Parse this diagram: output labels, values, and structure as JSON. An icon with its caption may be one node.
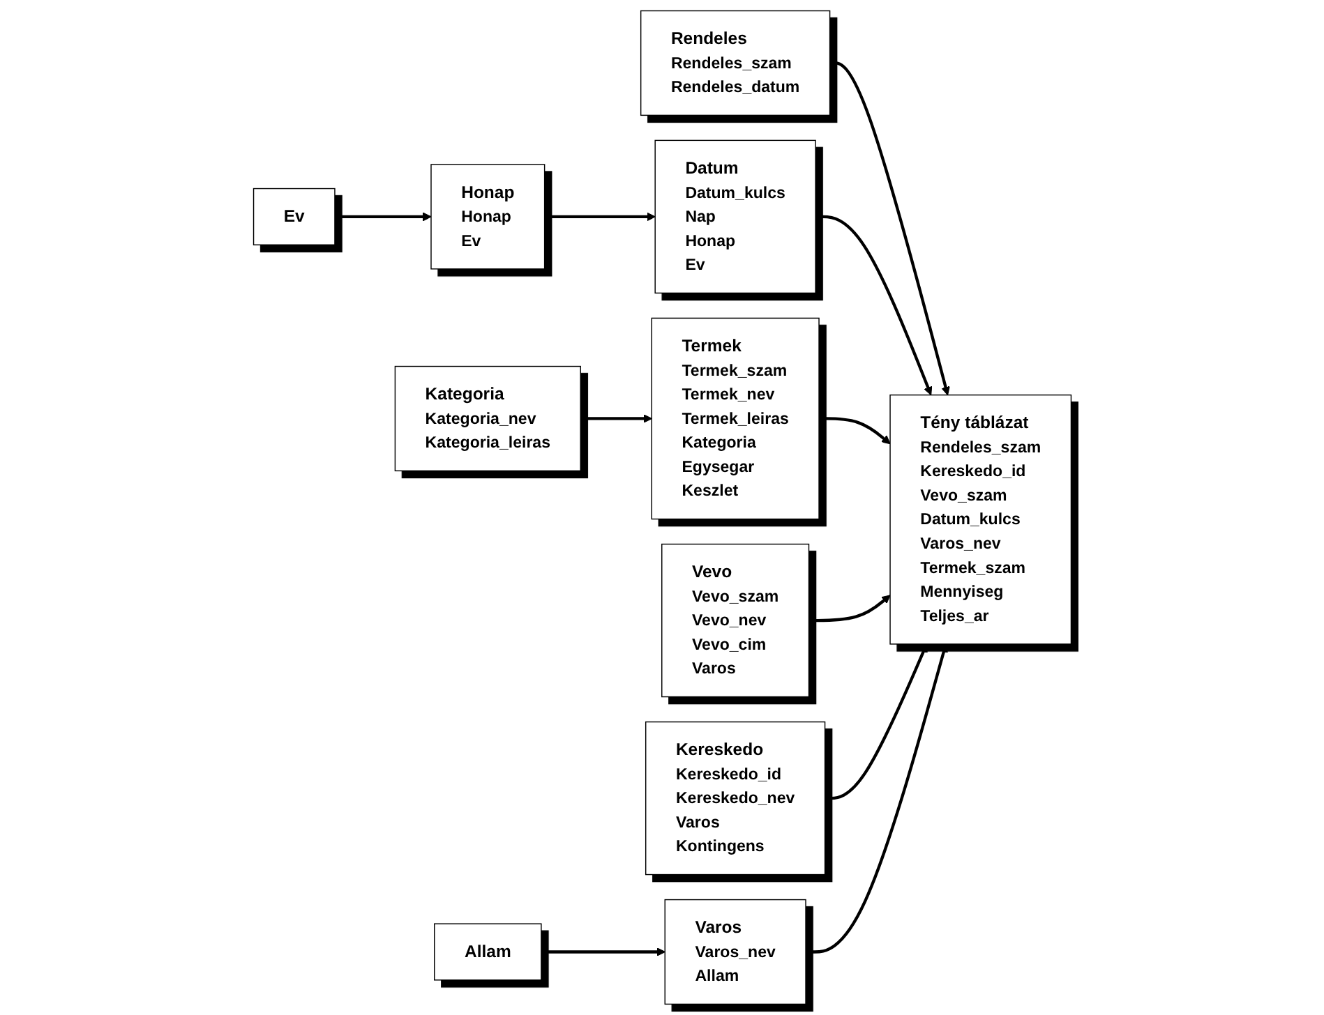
{
  "diagram": {
    "nodes": [
      {
        "text": [
          "Rendeles",
          "Rendeles_szam",
          "Rendeles_datum"
        ]
      },
      {
        "text": [
          "Datum",
          "Datum_kulcs",
          "Nap",
          "Honap",
          "Ev"
        ]
      },
      {
        "text": [
          "Honap",
          "Honap",
          "Ev"
        ]
      },
      {
        "text": [
          "Ev"
        ]
      },
      {
        "text": [
          "Tény táblázat",
          "Rendeles_szam",
          "Kereskedo_id",
          "Vevo_szam",
          "Datum_kulcs",
          "Varos_nev",
          "Termek_szam",
          "Mennyiseg",
          "Teljes_ar"
        ]
      },
      {
        "text": [
          "Termek",
          "Termek_szam",
          "Termek_nev",
          "Termek_leiras",
          "Kategoria",
          "Egysegar",
          "Keszlet"
        ]
      },
      {
        "text": [
          "Kategoria",
          "Kategoria_nev",
          "Kategoria_leiras"
        ]
      },
      {
        "text": [
          "Vevo",
          "Vevo_szam",
          "Vevo_nev",
          "Vevo_cim",
          "Varos"
        ]
      },
      {
        "text": [
          "Kereskedo",
          "Kereskedo_id",
          "Kereskedo_nev",
          "Varos",
          "Kontingens"
        ]
      },
      {
        "text": [
          "Varos",
          "Varos_nev",
          "Allam"
        ]
      },
      {
        "text": [
          "Allam"
        ]
      }
    ],
    "edges": [
      {
        "from": 0,
        "to": 4,
        "arrow": "to"
      },
      {
        "from": 1,
        "to": 4,
        "arrow": "to"
      },
      {
        "from": 2,
        "to": 1,
        "arrow": "to"
      },
      {
        "from": 3,
        "to": 2,
        "arrow": "to"
      },
      {
        "from": 5,
        "to": 4,
        "arrow": "to"
      },
      {
        "from": 6,
        "to": 5,
        "arrow": "to"
      },
      {
        "from": 7,
        "to": 4,
        "arrow": "to"
      },
      {
        "from": 8,
        "to": 4,
        "arrow": "to"
      },
      {
        "from": 9,
        "to": 4,
        "arrow": "to"
      },
      {
        "from": 10,
        "to": 9,
        "arrow": "to"
      }
    ]
  }
}
